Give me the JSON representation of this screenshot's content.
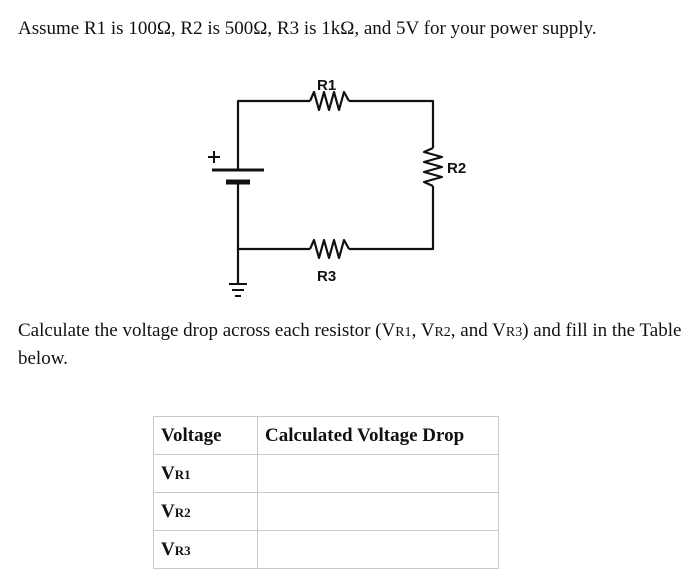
{
  "prompt": {
    "assumption": "Assume R1 is 100Ω, R2 is 500Ω, R3 is 1kΩ, and 5V for your power supply.",
    "instruction_before": "Calculate the voltage drop across each resistor (V",
    "instruction_sub_1": "R1",
    "instruction_between_1": ", V",
    "instruction_sub_2": "R2",
    "instruction_between_2": ", and V",
    "instruction_sub_3": "R3",
    "instruction_after": ") and fill in the Table below."
  },
  "circuit": {
    "battery_plus": "+",
    "resistor_1": "R1",
    "resistor_2": "R2",
    "resistor_3": "R3"
  },
  "table": {
    "headers": [
      "Voltage",
      "Calculated Voltage Drop"
    ],
    "rows": [
      {
        "symbol": "V",
        "subscript": "R1",
        "drop": ""
      },
      {
        "symbol": "V",
        "subscript": "R2",
        "drop": ""
      },
      {
        "symbol": "V",
        "subscript": "R3",
        "drop": ""
      }
    ]
  }
}
